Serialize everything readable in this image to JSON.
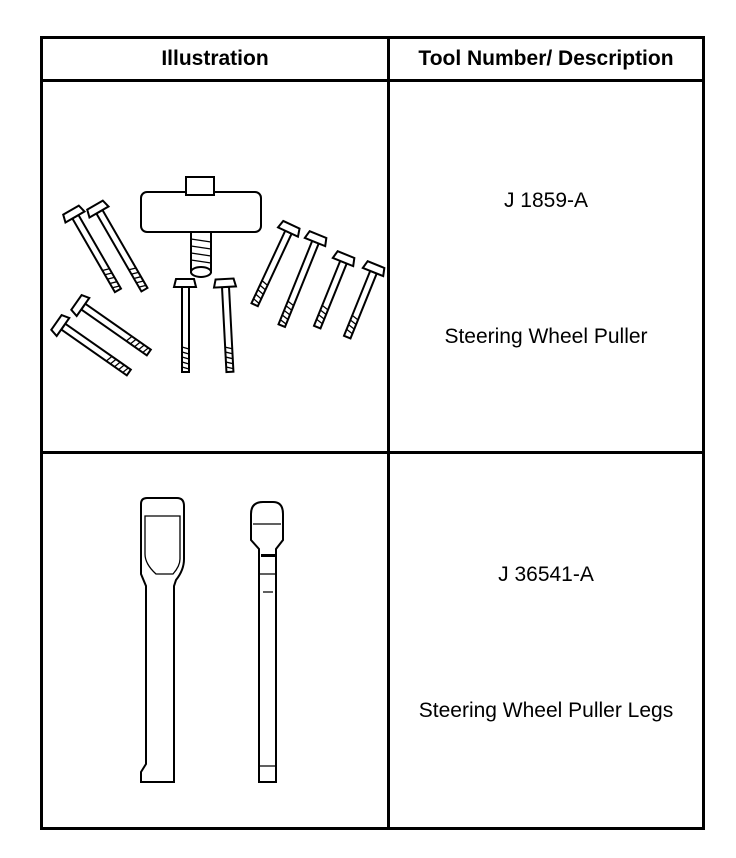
{
  "table": {
    "headers": {
      "illustration": "Illustration",
      "tool": "Tool Number/ Description"
    },
    "rows": [
      {
        "number": "J 1859-A",
        "description": "Steering Wheel Puller",
        "illustration_icon": "steering-wheel-puller-icon"
      },
      {
        "number": "J 36541-A",
        "description": "Steering Wheel Puller Legs",
        "illustration_icon": "puller-legs-icon"
      }
    ]
  }
}
